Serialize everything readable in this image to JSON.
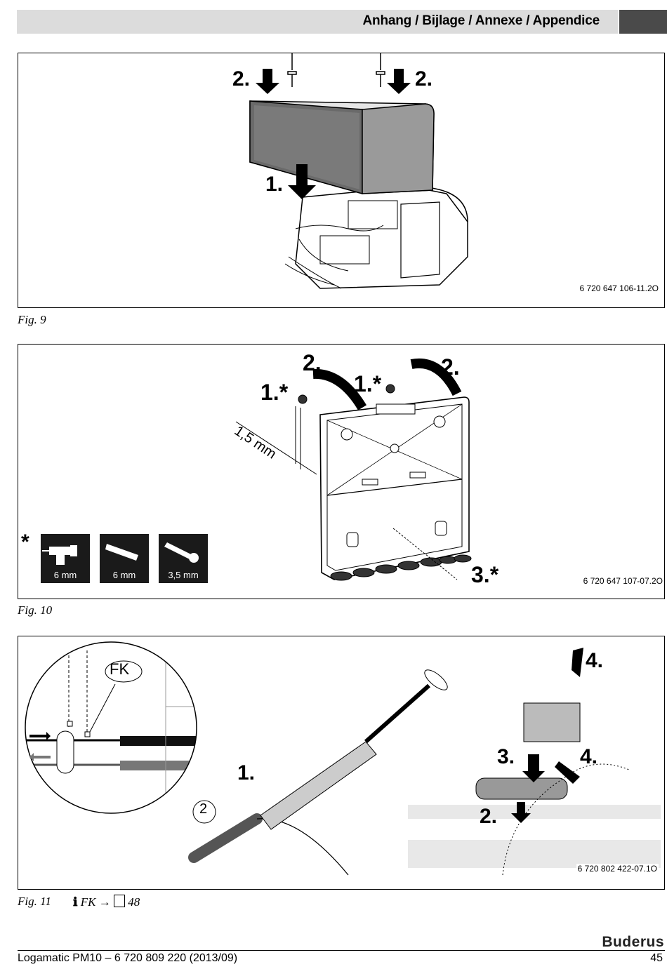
{
  "header": {
    "title": "Anhang / Bijlage / Annexe / Appendice"
  },
  "fig9": {
    "caption": "Fig. 9",
    "code": "6 720 647 106-11.2O",
    "steps": [
      "2.",
      "2.",
      "1."
    ]
  },
  "fig10": {
    "caption": "Fig. 10",
    "code": "6 720 647 107-07.2O",
    "steps": [
      "2.",
      "2.",
      "1.*",
      "1.*",
      "3.*"
    ],
    "dimension": "1,5 mm",
    "asterisk": "*",
    "tools": [
      "6 mm",
      "6 mm",
      "3,5 mm"
    ],
    "tool_icons": [
      "drill-icon",
      "wall-plug-icon",
      "screw-icon"
    ]
  },
  "fig11": {
    "caption": "Fig. 11",
    "code": "6 720 802 422-07.1O",
    "steps": [
      "1.",
      "2.",
      "3.",
      "4.",
      "4."
    ],
    "label_fk": "FK",
    "label_2": "2",
    "reference": {
      "text": "FK",
      "page": "48"
    }
  },
  "footer": {
    "document": "Logamatic PM10 – 6 720 809 220 (2013/09)",
    "page": "45",
    "brand": "Buderus"
  }
}
